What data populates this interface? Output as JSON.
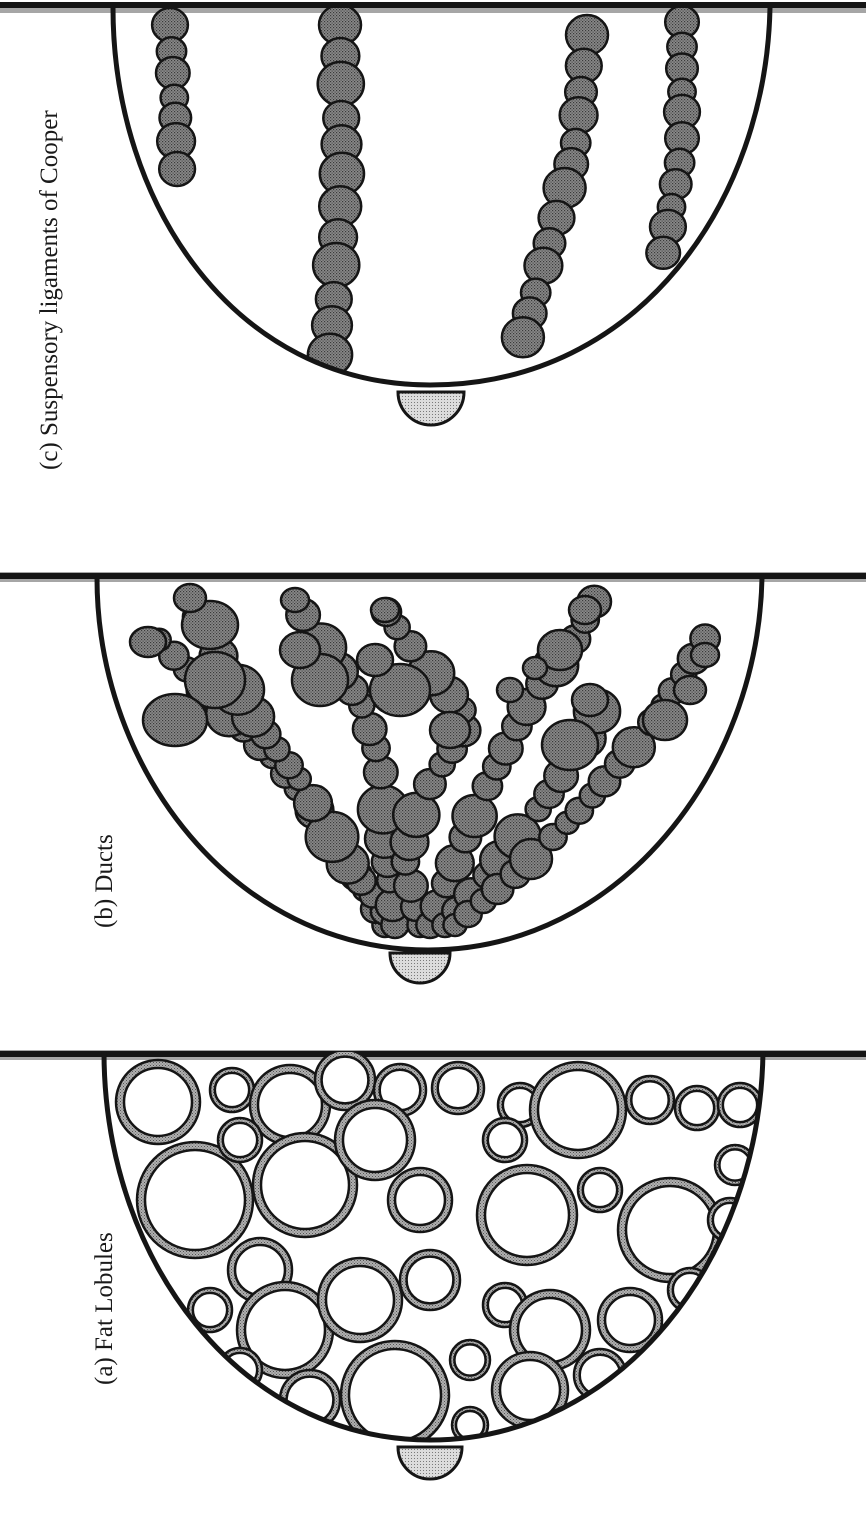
{
  "figure": {
    "panels": [
      {
        "id": "c",
        "label": "(c) Suspensory ligaments of Cooper"
      },
      {
        "id": "b",
        "label": "(b) Ducts"
      },
      {
        "id": "a",
        "label": "(a) Fat Lobules"
      }
    ],
    "colors": {
      "outline": "#151515",
      "duct_fill": "#7d7d7d",
      "lobule_rim": "#9c9c9c",
      "lobule_center": "#ffffff",
      "nipple_fill": "#c9c9c9"
    }
  }
}
